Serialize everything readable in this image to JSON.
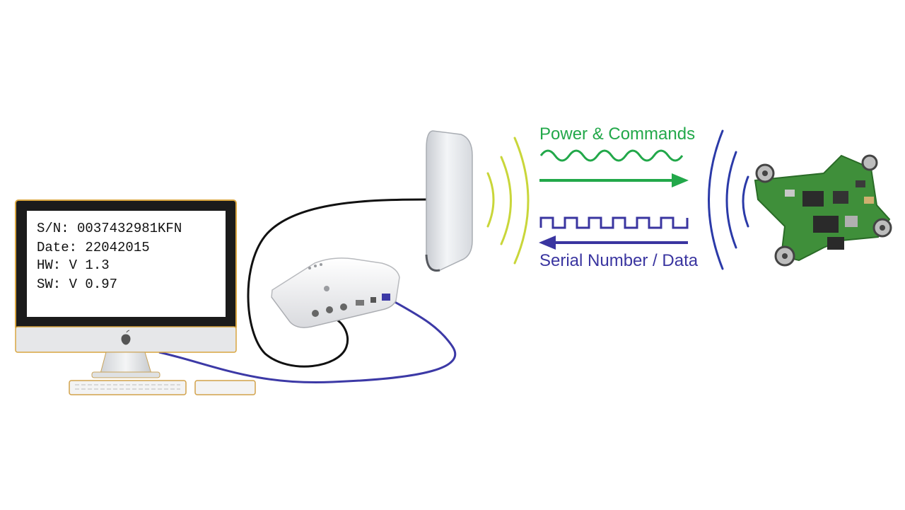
{
  "screen": {
    "lines": [
      "S/N: 0037432981KFN",
      "Date: 22042015",
      "HW: V 1.3",
      "SW: V 0.97"
    ]
  },
  "labels": {
    "power": "Power & Commands",
    "serial": "Serial Number / Data"
  },
  "colors": {
    "power": "#22a84a",
    "serial": "#3a35a0",
    "reader_waves": "#c9d63a",
    "tag_waves": "#2b3aa8",
    "cable_black": "#111111",
    "cable_blue": "#3c39a6",
    "pcb": "#3f8f3a"
  },
  "icons": [
    "computer-monitor-icon",
    "rfid-reader-icon",
    "antenna-icon",
    "rfid-tag-board-icon",
    "apple-logo-icon"
  ]
}
